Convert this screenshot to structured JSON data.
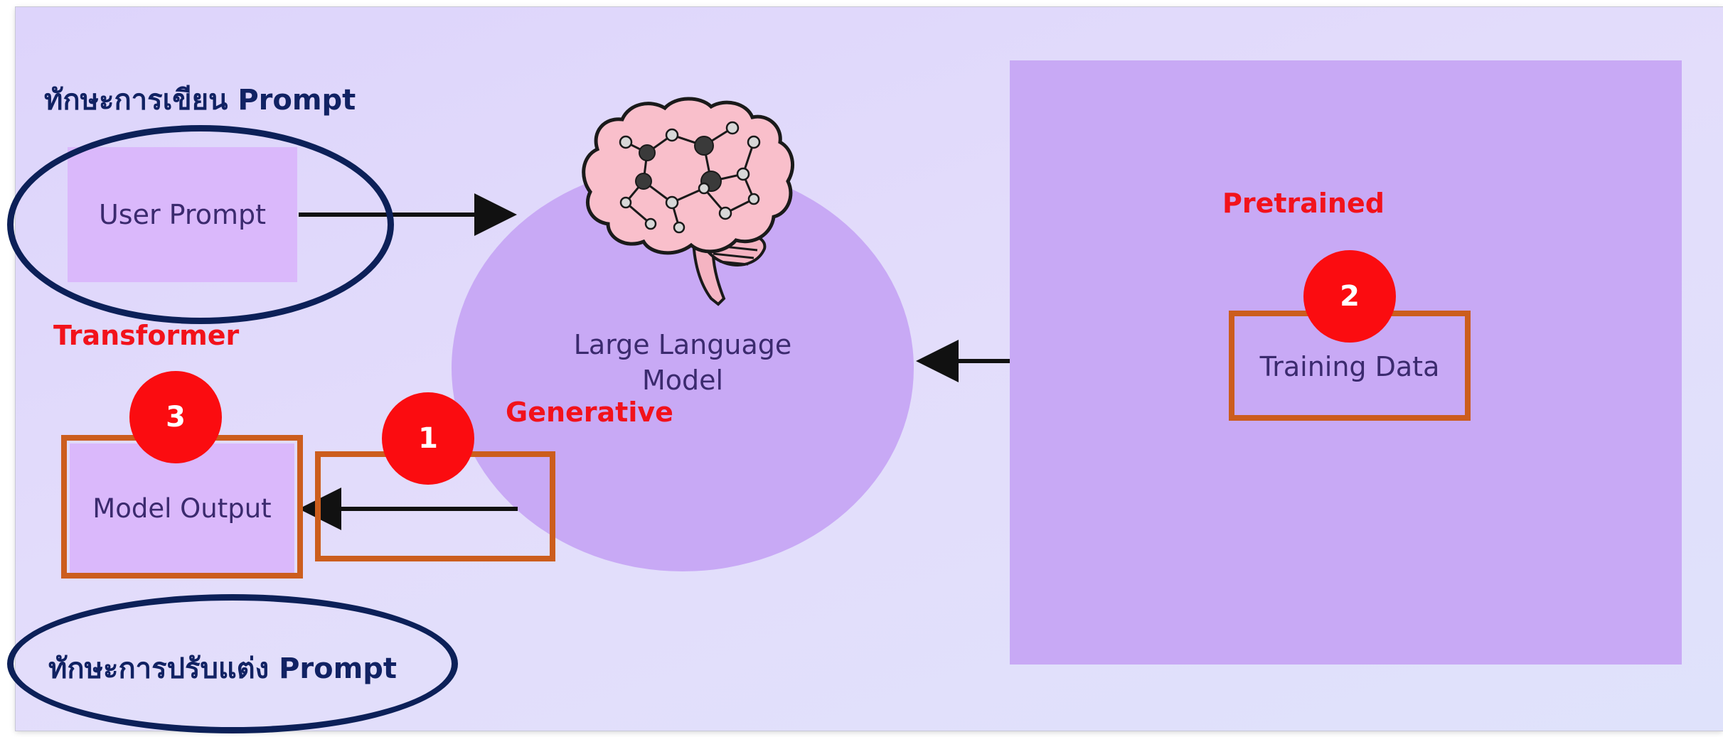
{
  "diagram": {
    "prompt_writing_skill": "ทักษะการเขียน Prompt",
    "prompt_refining_skill": "ทักษะการปรับแต่ง Prompt",
    "user_prompt": "User Prompt",
    "model_output": "Model Output",
    "llm_line1": "Large Language",
    "llm_line2": "Model",
    "training_data": "Training Data",
    "labels": {
      "transformer": "Transformer",
      "generative": "Generative",
      "pretrained": "Pretrained"
    },
    "badges": {
      "one": "1",
      "two": "2",
      "three": "3"
    },
    "brain_icon": "brain-icon"
  },
  "colors": {
    "panel_bg": "#e0dafb",
    "box_fill": "#dab8fb",
    "llm_fill": "#c8a9f5",
    "badge_red": "#fb0c10",
    "label_red": "#f2121b",
    "highlight_orange": "#cc5d1d",
    "ellipse_navy": "#0c2058"
  }
}
